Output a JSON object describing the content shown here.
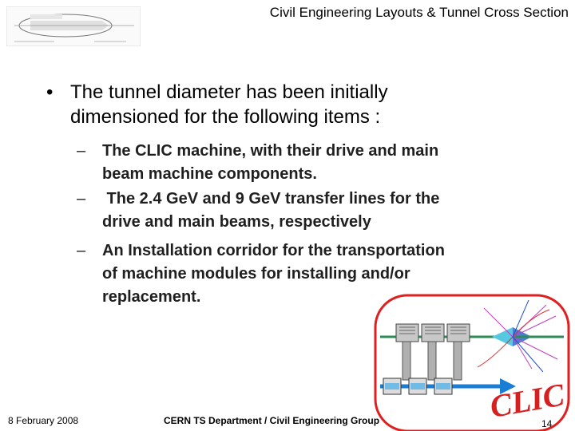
{
  "header": {
    "title": "Civil Engineering Layouts & Tunnel Cross Section"
  },
  "content": {
    "main_bullet": "The tunnel diameter has been initially dimensioned for the following items :",
    "main_bullet_line1": "The tunnel diameter has been initially",
    "main_bullet_line2": "dimensioned for the following items :",
    "bullet_symbol": "•",
    "dash_symbol": "–",
    "sub_items": [
      {
        "line1": "The CLIC machine, with their drive and main",
        "line2": "beam machine components."
      },
      {
        "line1": " The 2.4 GeV and 9 GeV transfer lines for the",
        "line2": "drive and main beams, respectively"
      },
      {
        "line1": "An Installation corridor for the transportation",
        "line2": "of machine modules for installing and/or",
        "line3": "replacement."
      }
    ]
  },
  "logo": {
    "text": "CLIC"
  },
  "footer": {
    "date": "8 February 2008",
    "department": "CERN TS Department / Civil Engineering Group",
    "page": "14"
  },
  "colors": {
    "logo_border": "#e02020",
    "beam_line": "#1a7fd4",
    "cryo_green": "#2e8b57"
  }
}
